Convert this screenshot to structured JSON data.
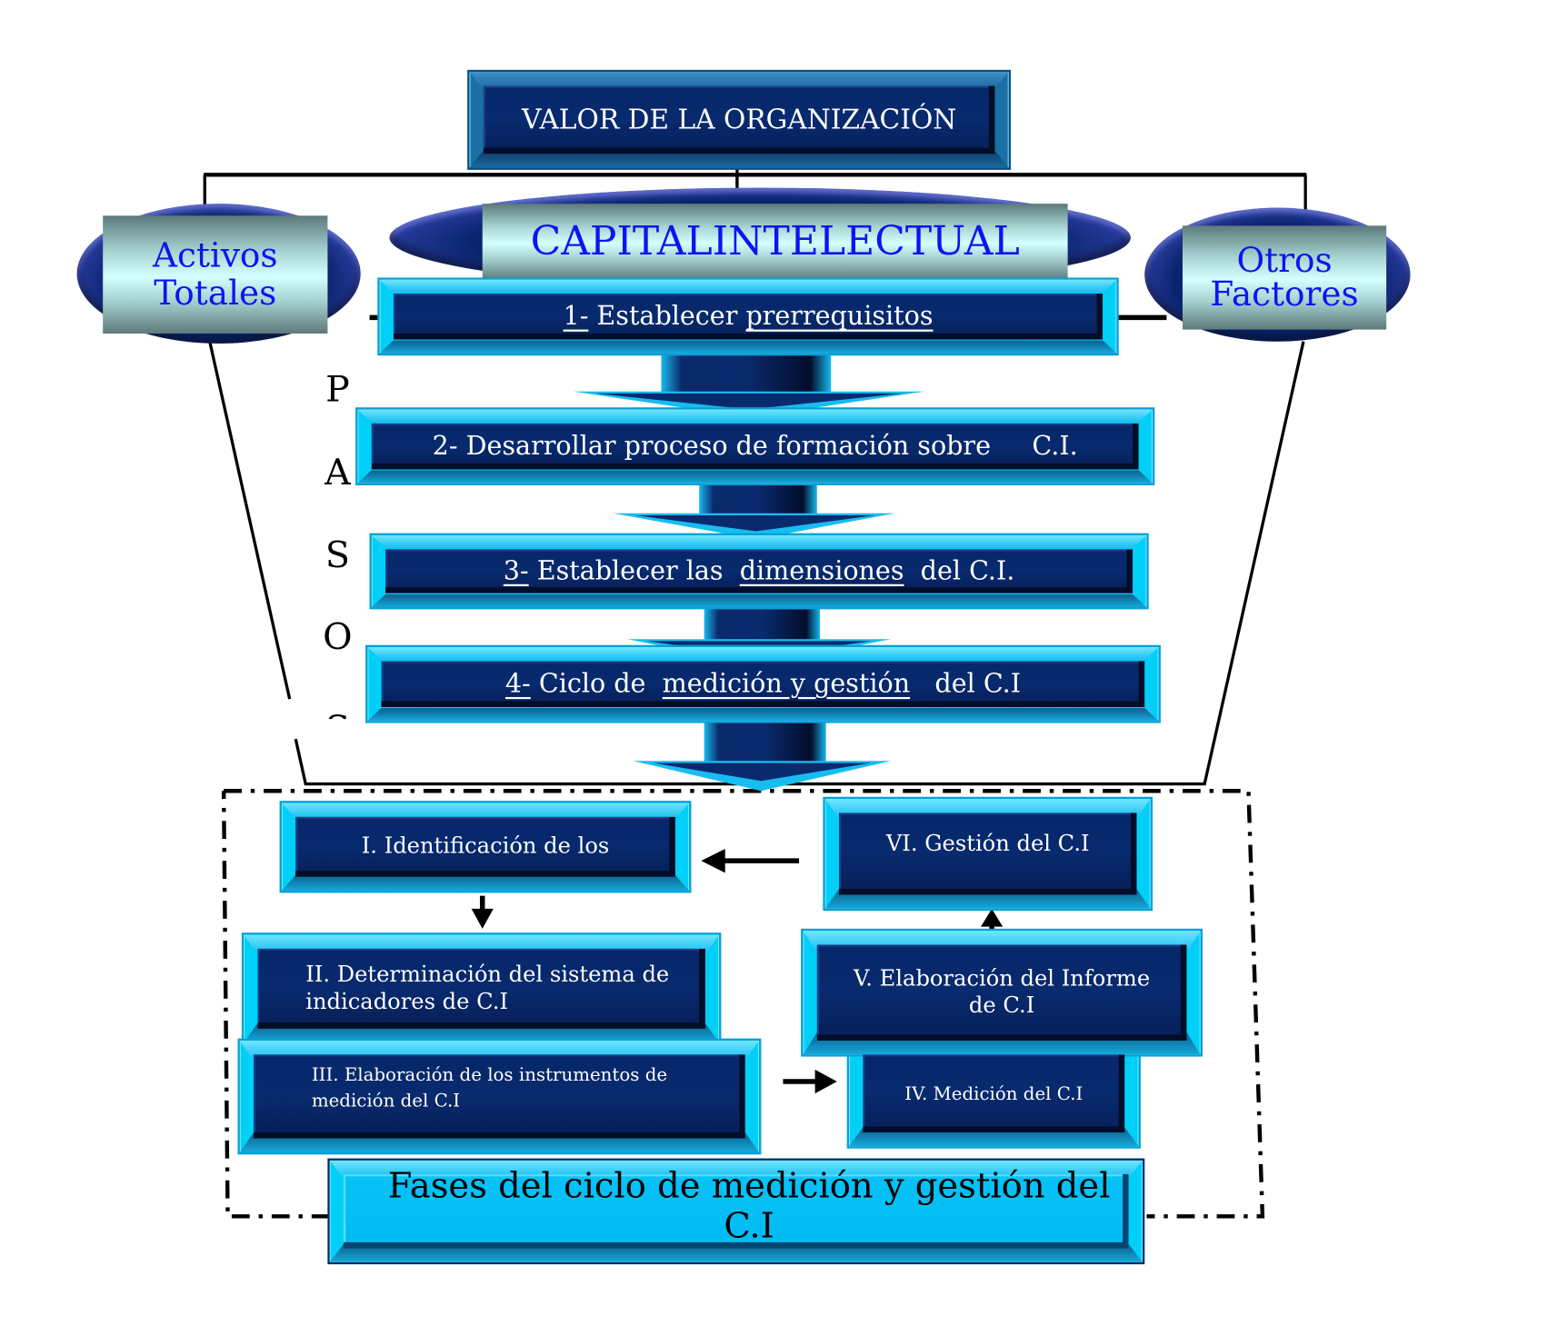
{
  "diagram": {
    "top_box": {
      "label": "VALOR DE LA ORGANIZACIÓN"
    },
    "left_node": {
      "line1": "Activos",
      "line2": "Totales"
    },
    "center_node": {
      "label": "CAPITALINTELECTUAL"
    },
    "right_node": {
      "line1": "Otros",
      "line2": "Factores"
    },
    "side_label": {
      "letters": [
        "P",
        "A",
        "S",
        "O",
        "S"
      ]
    },
    "steps": [
      {
        "number": "1-",
        "parts": [
          "Establecer",
          "prerrequisitos"
        ],
        "underlined": [
          false,
          true
        ],
        "number_underlined": true
      },
      {
        "number": "2-",
        "parts": [
          "Desarrollar proceso de formación sobre",
          "C.I."
        ],
        "underlined": [
          false,
          false
        ],
        "number_underlined": false
      },
      {
        "number": "3-",
        "parts": [
          "Establecer las",
          "dimensiones",
          "del C.I."
        ],
        "underlined": [
          false,
          true,
          false
        ],
        "number_underlined": true
      },
      {
        "number": "4-",
        "parts": [
          "Ciclo de",
          "medición y gestión",
          "del C.I"
        ],
        "underlined": [
          false,
          true,
          false
        ],
        "number_underlined": true
      }
    ],
    "phases": [
      {
        "id": "I",
        "text": "I.  Identificación de los"
      },
      {
        "id": "II",
        "line1": "II. Determinación del sistema de",
        "line2": "indicadores de C.I"
      },
      {
        "id": "III",
        "line1": "III. Elaboración de los instrumentos de",
        "line2": "medición del C.I"
      },
      {
        "id": "IV",
        "text": "IV.  Medición del C.I"
      },
      {
        "id": "V",
        "line1": "V. Elaboración del Informe",
        "line2": "de C.I"
      },
      {
        "id": "VI",
        "text": "VI. Gestión del C.I"
      }
    ],
    "phases_title": {
      "label": "Fases del ciclo de medición y gestión del C.I"
    },
    "colors": {
      "navy": "#06286a",
      "bevel_cyan": "#00d0f8",
      "node_text_blue": "#0a16f0",
      "ellipse_purple": "#3a49b8"
    }
  }
}
